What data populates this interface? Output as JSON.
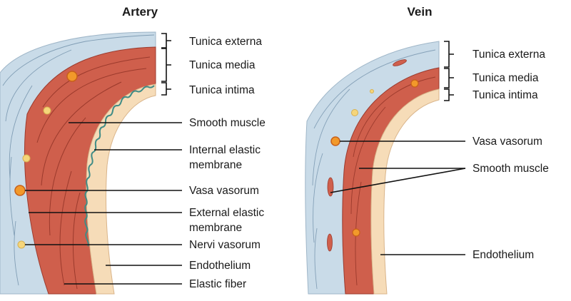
{
  "artery": {
    "title": "Artery",
    "labels": {
      "tunica_externa": "Tunica externa",
      "tunica_media": "Tunica media",
      "tunica_intima": "Tunica intima",
      "smooth_muscle": "Smooth muscle",
      "internal_elastic_1": "Internal elastic",
      "internal_elastic_2": "membrane",
      "vasa_vasorum": "Vasa vasorum",
      "external_elastic_1": "External elastic",
      "external_elastic_2": "membrane",
      "nervi_vasorum": "Nervi vasorum",
      "endothelium": "Endothelium",
      "elastic_fiber": "Elastic fiber"
    }
  },
  "vein": {
    "title": "Vein",
    "labels": {
      "tunica_externa": "Tunica externa",
      "tunica_media": "Tunica media",
      "tunica_intima": "Tunica intima",
      "vasa_vasorum": "Vasa vasorum",
      "smooth_muscle": "Smooth muscle",
      "endothelium": "Endothelium"
    }
  },
  "colors": {
    "externa": "#c9dbe8",
    "externa_fiber": "#6f8ea8",
    "media": "#cf5f4c",
    "media_fiber": "#8a2e22",
    "intima": "#f6dcb8",
    "elastic": "#3f8c86",
    "vessel": "#f2992a"
  }
}
